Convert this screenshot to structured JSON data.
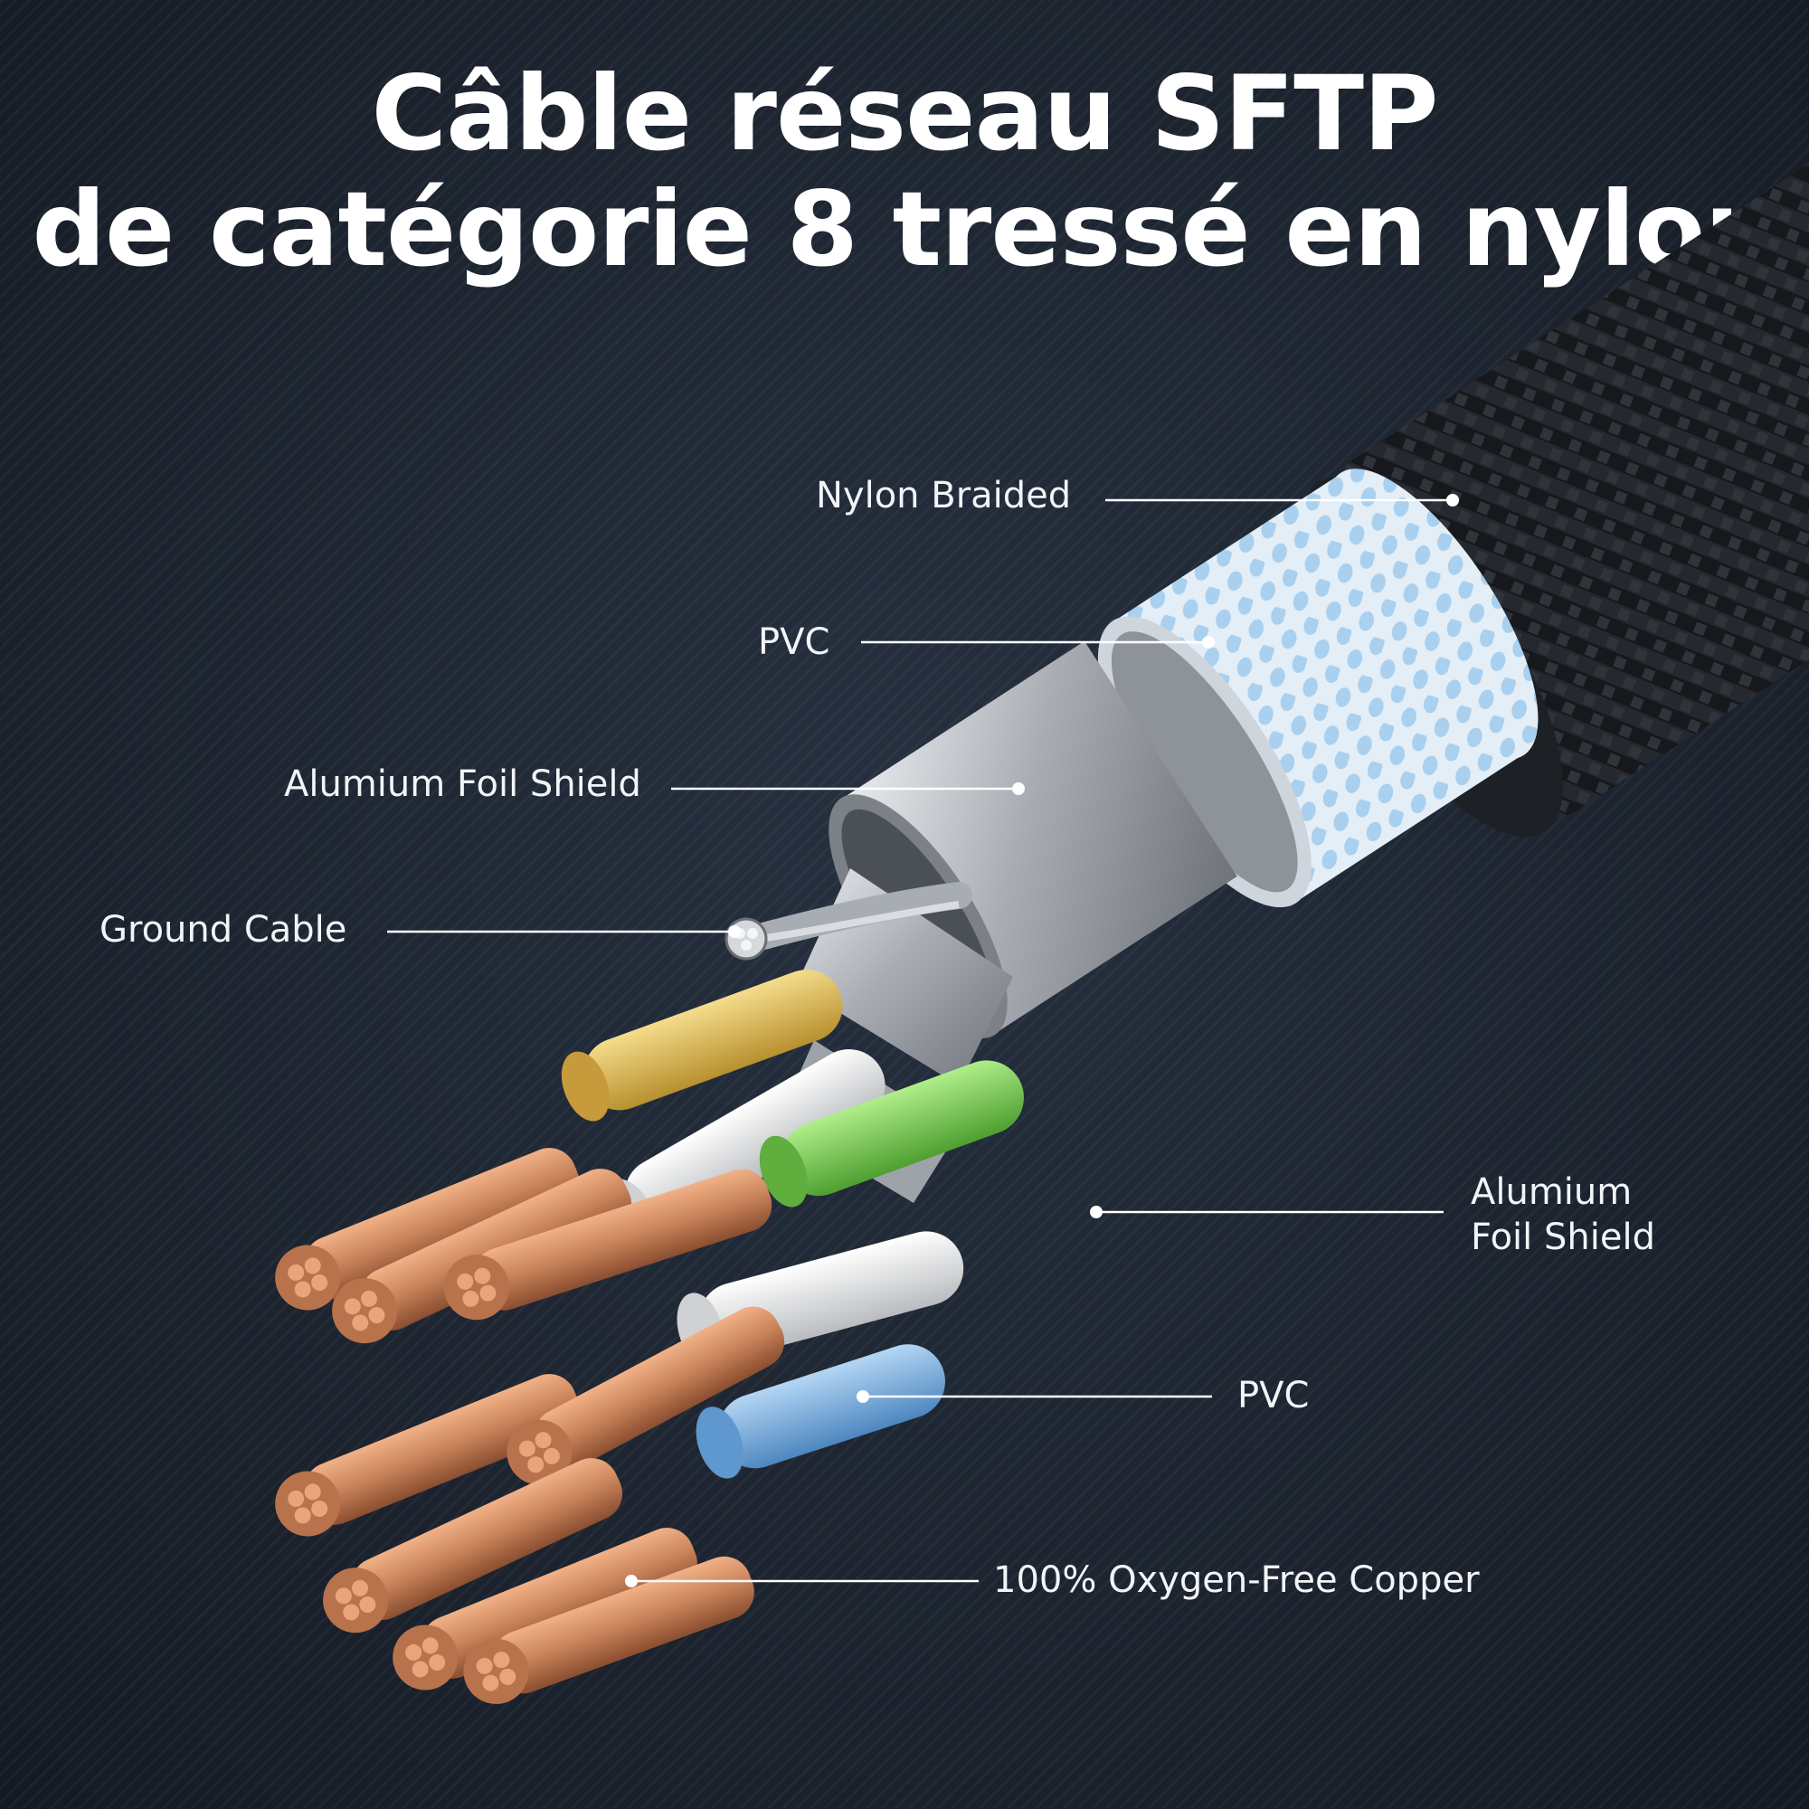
{
  "title": {
    "line1": "Câble réseau SFTP",
    "line2": "de catégorie 8 tressé en nylon"
  },
  "callouts": {
    "nylon_braided": "Nylon Braided",
    "pvc_outer": "PVC",
    "foil_outer": "Alumium Foil Shield",
    "ground_cable": "Ground Cable",
    "foil_inner_line1": "Alumium",
    "foil_inner_line2": "Foil Shield",
    "pvc_inner": "PVC",
    "copper": "100% Oxygen-Free Copper"
  },
  "colors": {
    "background": "#1c2431",
    "braid": "#16181c",
    "pvc_jacket": "#dfeaf4",
    "foil": "#b8bcc2",
    "copper": "#c9835a",
    "wire_yellow": "#e2bd62",
    "wire_green": "#7ccc5a",
    "wire_blue": "#7fb2e2",
    "wire_white": "#ececec"
  }
}
